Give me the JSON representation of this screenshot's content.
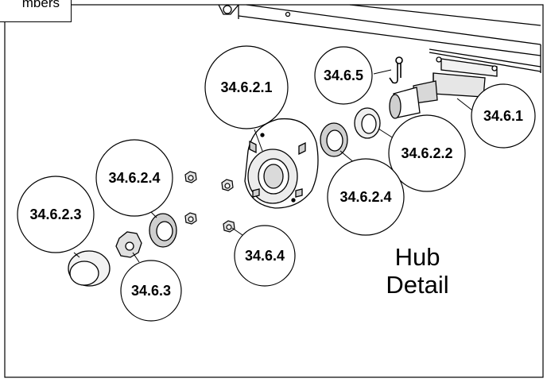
{
  "header": {
    "label": "mbers"
  },
  "caption": {
    "line1": "Hub",
    "line2": "Detail"
  },
  "callouts": [
    {
      "id": "34.6.2.1",
      "text": "34.6.2.1"
    },
    {
      "id": "34.6.5",
      "text": "34.6.5"
    },
    {
      "id": "34.6.1",
      "text": "34.6.1"
    },
    {
      "id": "34.6.2.2",
      "text": "34.6.2.2"
    },
    {
      "id": "34.6.2.4-right",
      "text": "34.6.2.4"
    },
    {
      "id": "34.6.2.4-left",
      "text": "34.6.2.4"
    },
    {
      "id": "34.6.2.3",
      "text": "34.6.2.3"
    },
    {
      "id": "34.6.4",
      "text": "34.6.4"
    },
    {
      "id": "34.6.3",
      "text": "34.6.3"
    }
  ],
  "colors": {
    "line": "#000000",
    "background": "#ffffff",
    "part_fill": "#ffffff",
    "part_shade": "#d8d8d8"
  }
}
